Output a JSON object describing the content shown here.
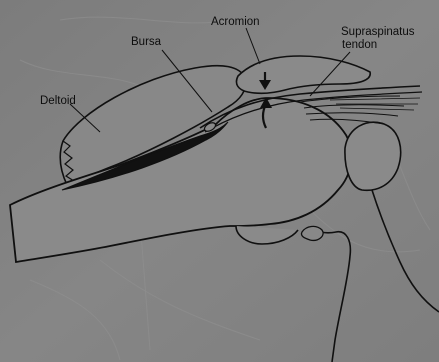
{
  "labels": {
    "deltoid": "Deltoid",
    "bursa": "Bursa",
    "acromion": "Acromion",
    "supraspinatus_line1": "Supraspinatus",
    "supraspinatus_line2": "tendon"
  },
  "colors": {
    "background": "#838383",
    "ink": "#101010",
    "faint_background_sketch": "#8e8e8e"
  }
}
